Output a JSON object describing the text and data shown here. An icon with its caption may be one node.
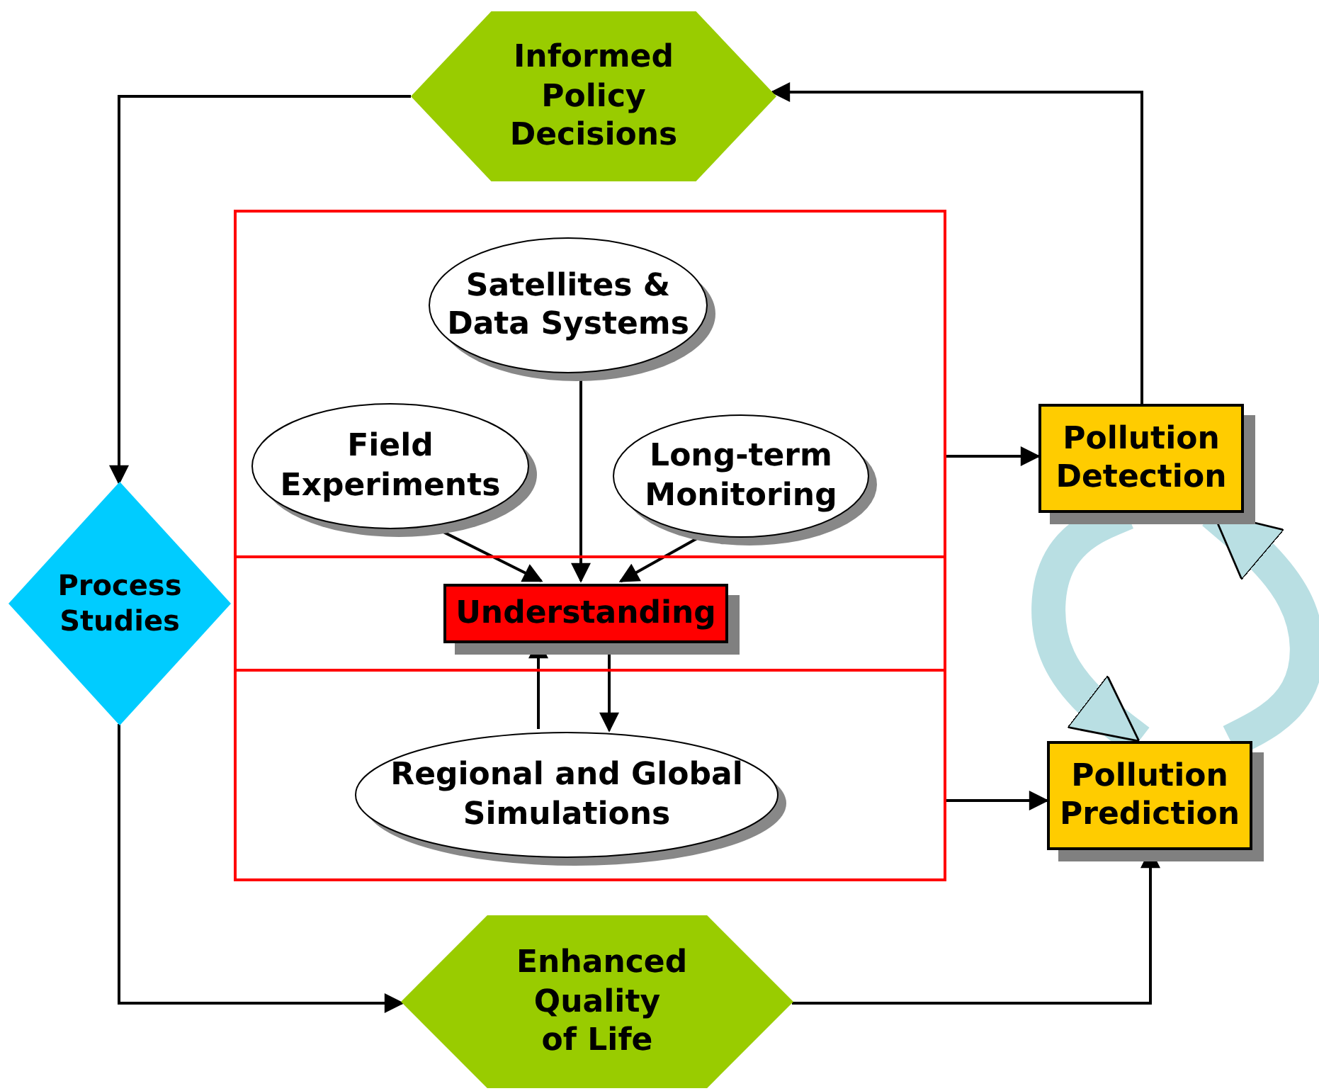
{
  "diagram": {
    "nodes": [
      {
        "text": [
          "Informed Policy Decisions"
        ]
      },
      {
        "text": [],
        "shape": "box"
      },
      {
        "text": [
          "Satellites & Data Systems"
        ],
        "in": 1
      },
      {
        "text": [
          "Field Experiments"
        ],
        "in": 1
      },
      {
        "text": [
          "Long-term Monitoring"
        ],
        "in": 1
      },
      {
        "text": [],
        "shape": "box"
      },
      {
        "text": [
          "Understanding"
        ],
        "in": 5
      },
      {
        "text": [],
        "shape": "box"
      },
      {
        "text": [
          "Regional and Global Simulations"
        ],
        "in": 7
      },
      {
        "text": [
          "Process Studies"
        ]
      },
      {
        "text": [
          "Pollution Detection"
        ]
      },
      {
        "text": [
          "Pollution Prediction"
        ]
      },
      {
        "text": [
          "Enhanced Quality of Life"
        ]
      }
    ],
    "edges": [
      {
        "from": 0,
        "to": 9,
        "arrow": "to"
      },
      {
        "from": 10,
        "to": 0,
        "arrow": "to"
      },
      {
        "from": 2,
        "to": 6,
        "arrow": "to"
      },
      {
        "from": 3,
        "to": 6,
        "arrow": "to"
      },
      {
        "from": 4,
        "to": 6,
        "arrow": "to"
      },
      {
        "from": 6,
        "to": 8,
        "arrow": "to"
      },
      {
        "from": 8,
        "to": 6,
        "arrow": "to"
      },
      {
        "from": 1,
        "to": 10,
        "arrow": "to"
      },
      {
        "from": 7,
        "to": 11,
        "arrow": "to"
      },
      {
        "from": 9,
        "to": 12,
        "arrow": "to"
      },
      {
        "from": 12,
        "to": 11,
        "arrow": "to"
      },
      {
        "from": 10,
        "to": 11,
        "arrow": "to",
        "style": "thick",
        "color": "#b9dfe3"
      },
      {
        "from": 11,
        "to": 10,
        "arrow": "to",
        "style": "thick",
        "color": "#b9dfe3"
      }
    ]
  }
}
